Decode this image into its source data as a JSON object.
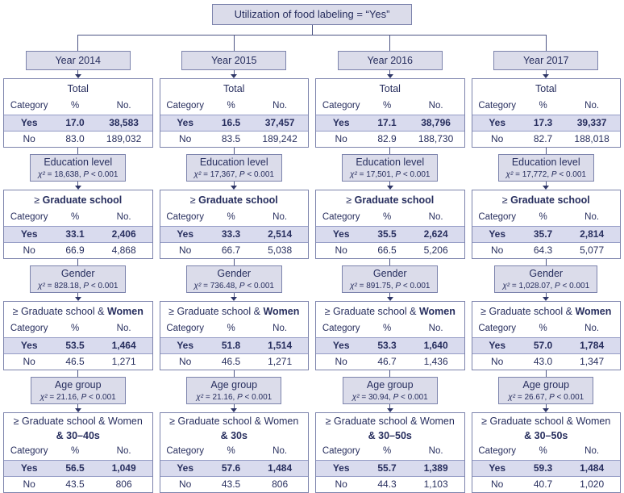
{
  "root": {
    "title": "Utilization of food labeling = “Yes”"
  },
  "shared": {
    "col_category": "Category",
    "col_pct": "%",
    "col_no": "No.",
    "yes": "Yes",
    "no": "No",
    "total_title": "Total",
    "education_title": "Education level",
    "gender_title": "Gender",
    "age_title": "Age group",
    "chi": "χ²",
    "eq": " = ",
    "sep": ", ",
    "p": "P",
    "p_tail": " < 0.001",
    "geq": "≥ ",
    "grad_school": "Graduate school",
    "grad_women_prefix": "≥ Graduate school & ",
    "women": "Women",
    "final_line1": "≥ Graduate school & Women"
  },
  "columns": [
    {
      "year": "Year 2014",
      "total": {
        "yes_pct": "17.0",
        "yes_count": "38,583",
        "no_pct": "83.0",
        "no_count": "189,032"
      },
      "education_chi2": "18,638",
      "grad": {
        "yes_pct": "33.1",
        "yes_count": "2,406",
        "no_pct": "66.9",
        "no_count": "4,868"
      },
      "gender_chi2": "828.18",
      "women": {
        "yes_pct": "53.5",
        "yes_count": "1,464",
        "no_pct": "46.5",
        "no_count": "1,271"
      },
      "age_chi2": "21.16",
      "final_line2": "& 30–40s",
      "final": {
        "yes_pct": "56.5",
        "yes_count": "1,049",
        "no_pct": "43.5",
        "no_count": "806"
      }
    },
    {
      "year": "Year 2015",
      "total": {
        "yes_pct": "16.5",
        "yes_count": "37,457",
        "no_pct": "83.5",
        "no_count": "189,242"
      },
      "education_chi2": "17,367",
      "grad": {
        "yes_pct": "33.3",
        "yes_count": "2,514",
        "no_pct": "66.7",
        "no_count": "5,038"
      },
      "gender_chi2": "736.48",
      "women": {
        "yes_pct": "51.8",
        "yes_count": "1,514",
        "no_pct": "46.5",
        "no_count": "1,271"
      },
      "age_chi2": "21.16",
      "final_line2": "& 30s",
      "final": {
        "yes_pct": "57.6",
        "yes_count": "1,484",
        "no_pct": "43.5",
        "no_count": "806"
      }
    },
    {
      "year": "Year 2016",
      "total": {
        "yes_pct": "17.1",
        "yes_count": "38,796",
        "no_pct": "82.9",
        "no_count": "188,730"
      },
      "education_chi2": "17,501",
      "grad": {
        "yes_pct": "35.5",
        "yes_count": "2,624",
        "no_pct": "66.5",
        "no_count": "5,206"
      },
      "gender_chi2": "891.75",
      "women": {
        "yes_pct": "53.3",
        "yes_count": "1,640",
        "no_pct": "46.7",
        "no_count": "1,436"
      },
      "age_chi2": "30.94",
      "final_line2": "& 30–50s",
      "final": {
        "yes_pct": "55.7",
        "yes_count": "1,389",
        "no_pct": "44.3",
        "no_count": "1,103"
      }
    },
    {
      "year": "Year 2017",
      "total": {
        "yes_pct": "17.3",
        "yes_count": "39,337",
        "no_pct": "82.7",
        "no_count": "188,018"
      },
      "education_chi2": "17,772",
      "grad": {
        "yes_pct": "35.7",
        "yes_count": "2,814",
        "no_pct": "64.3",
        "no_count": "5,077"
      },
      "gender_chi2": "1,028.07",
      "women": {
        "yes_pct": "57.0",
        "yes_count": "1,784",
        "no_pct": "43.0",
        "no_count": "1,347"
      },
      "age_chi2": "26.67",
      "final_line2": "& 30–50s",
      "final": {
        "yes_pct": "59.3",
        "yes_count": "1,484",
        "no_pct": "40.7",
        "no_count": "1,020"
      }
    }
  ]
}
